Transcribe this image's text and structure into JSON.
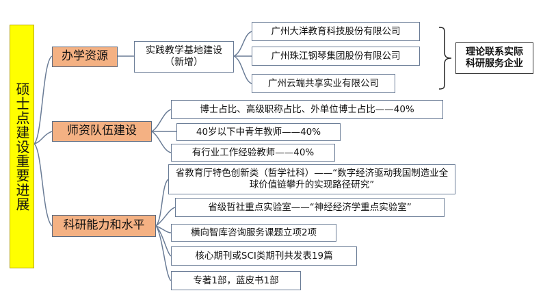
{
  "root": {
    "label": "硕士点建设重要进展"
  },
  "branches": [
    {
      "label": "办学资源",
      "sub": {
        "label_line1": "实践教学基地建设",
        "label_line2": "（新增）",
        "items": [
          "广州大洋教育科技股份有限公司",
          "广州珠江钢琴集团股份有限公司",
          "广州云端共享实业有限公司"
        ],
        "result_line1": "理论联系实际",
        "result_line2": "科研服务企业"
      }
    },
    {
      "label": "师资队伍建设",
      "items": [
        "博士占比、高级职称占比、外单位博士占比——40%",
        "40岁以下中青年教师——40%",
        "有行业工作经验教师——40%"
      ]
    },
    {
      "label": "科研能力和水平",
      "items": [
        "省教育厅特色创新类（哲学社科）——“数字经济驱动我国制造业全球价值链攀升的实现路径研究”",
        "省级哲社重点实验室——“神经经济学重点实验室”",
        "横向智库咨询服务课题立项2项",
        "核心期刊或SCI类期刊共发表19篇",
        "专著1部，蓝皮书1部"
      ]
    }
  ]
}
